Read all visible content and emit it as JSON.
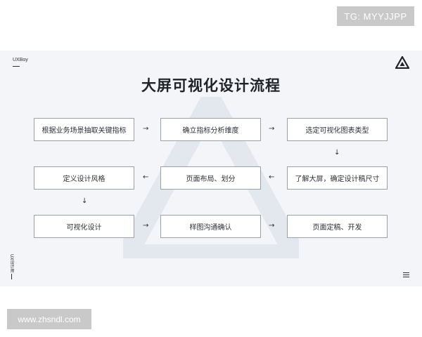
{
  "watermark_top": "TG: MYYJJPP",
  "watermark_bottom": "www.zhsndl.com",
  "slide": {
    "brand": "UXBoy",
    "title": "大屏可视化设计流程",
    "side_text": "UX设计师",
    "steps": [
      "根据业务场景抽取关键指标",
      "确立指标分析维度",
      "选定可视化图表类型",
      "了解大屏，确定设计稿尺寸",
      "页面布局、划分",
      "定义设计风格",
      "可视化设计",
      "样图沟通确认",
      "页面定稿、开发"
    ],
    "arrows": {
      "right": "→",
      "left": "←",
      "down": "↓"
    }
  },
  "icons": [
    "triangle-logo-icon",
    "menu-icon",
    "arrow-right-icon",
    "arrow-left-icon",
    "arrow-down-icon"
  ]
}
